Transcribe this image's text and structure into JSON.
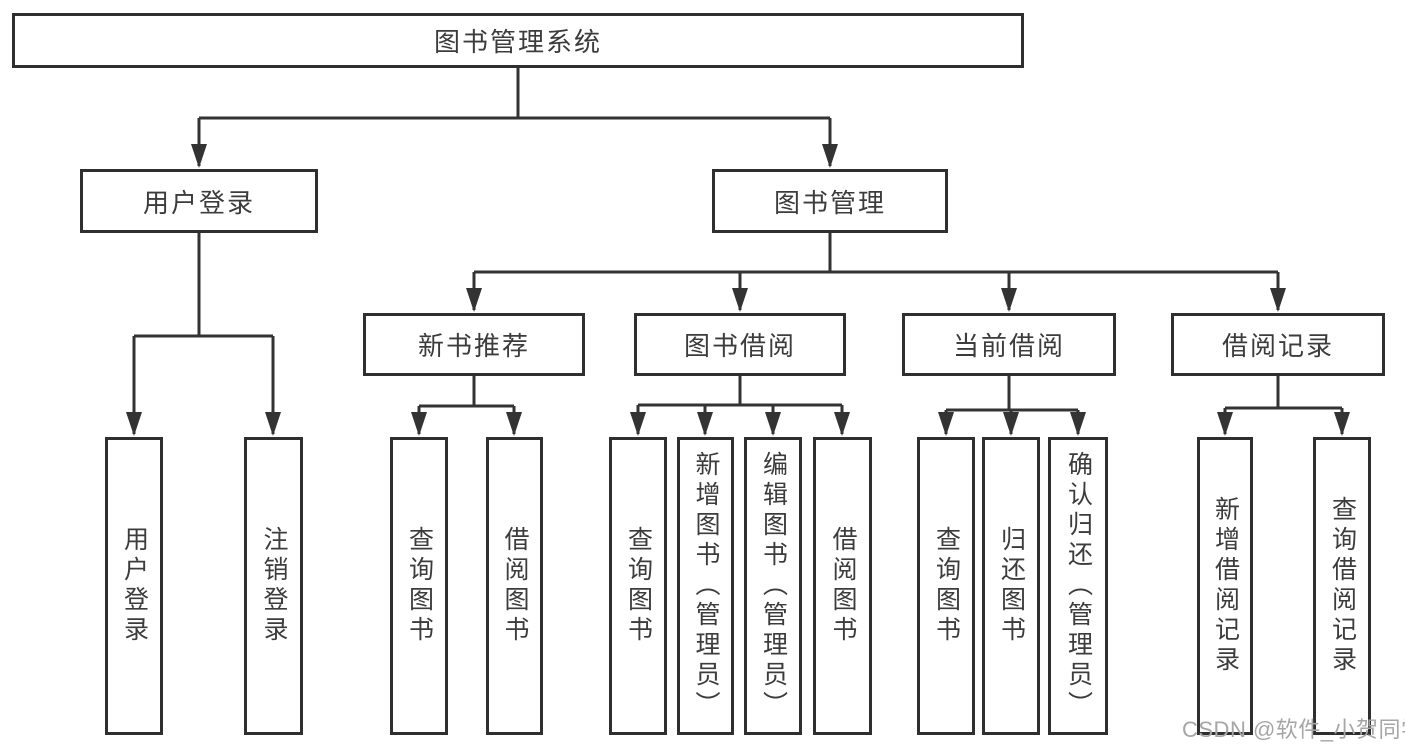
{
  "colors": {
    "line": "#333333",
    "box_border": "#2f2f2f",
    "text": "#3c3c3c",
    "watermark_text": "#a6a6a6",
    "background": "#ffffff"
  },
  "tree": {
    "root": {
      "label": "图书管理系统"
    },
    "branches": [
      {
        "label": "用户登录",
        "children": [
          {
            "label": "用户登录"
          },
          {
            "label": "注销登录"
          }
        ]
      },
      {
        "label": "图书管理",
        "sections": [
          {
            "label": "新书推荐",
            "children": [
              {
                "label": "查询图书"
              },
              {
                "label": "借阅图书"
              }
            ]
          },
          {
            "label": "图书借阅",
            "children": [
              {
                "label": "查询图书"
              },
              {
                "label": "新增图书（管理员）"
              },
              {
                "label": "编辑图书（管理员）"
              },
              {
                "label": "借阅图书"
              }
            ]
          },
          {
            "label": "当前借阅",
            "children": [
              {
                "label": "查询图书"
              },
              {
                "label": "归还图书"
              },
              {
                "label": "确认归还（管理员）"
              }
            ]
          },
          {
            "label": "借阅记录",
            "children": [
              {
                "label": "新增借阅记录"
              },
              {
                "label": "查询借阅记录"
              }
            ]
          }
        ]
      }
    ]
  },
  "watermark": {
    "text": "CSDN @软件_小贺同学"
  }
}
